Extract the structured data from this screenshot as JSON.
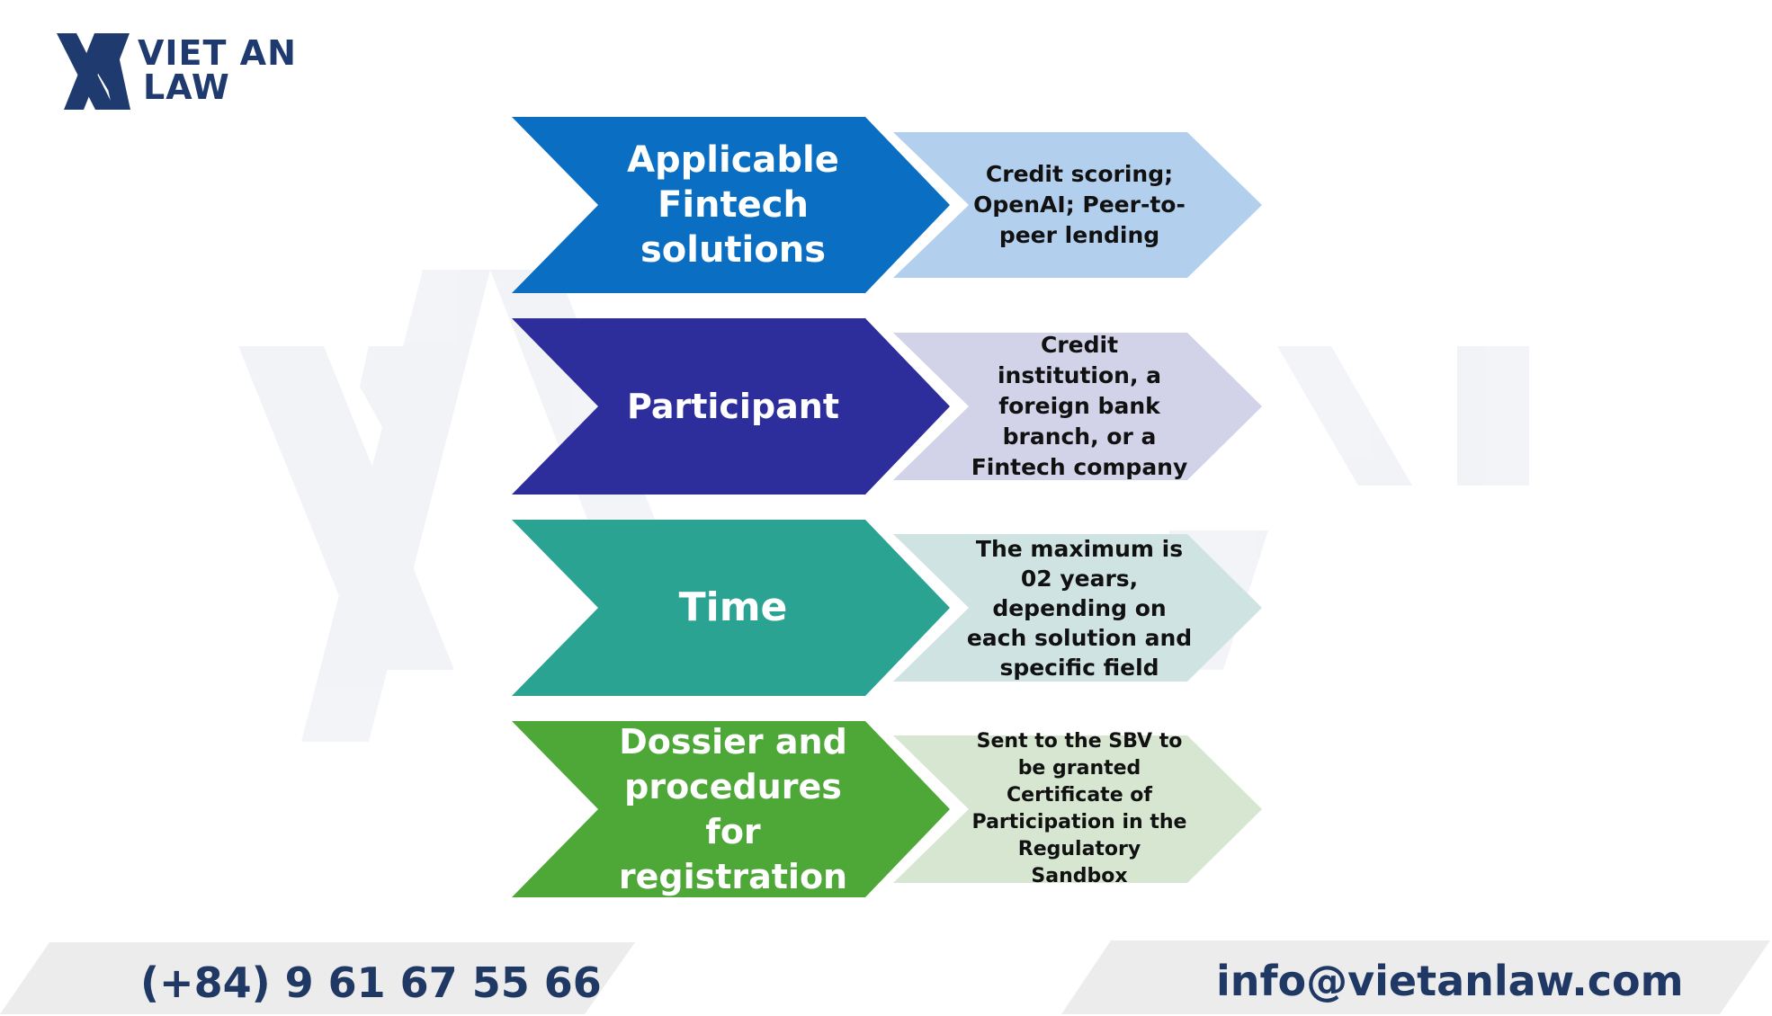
{
  "brand": {
    "line1": "VIET AN",
    "line2": "LAW",
    "primary_color": "#1e3a6e"
  },
  "rows": [
    {
      "label": "Applicable Fintech solutions",
      "detail": "Credit scoring; OpenAI; Peer-to-peer lending",
      "color": "#0a6fc2",
      "light": "#b3cfee"
    },
    {
      "label": "Participant",
      "detail": "Credit institution, a foreign bank branch, or a Fintech company",
      "color": "#2e2d9c",
      "light": "#d2d2e8"
    },
    {
      "label": "Time",
      "detail": "The maximum is 02 years, depending on each solution and specific field",
      "color": "#2ba392",
      "light": "#cfe4e2"
    },
    {
      "label": "Dossier and procedures for registration",
      "detail": "Sent to the SBV to be granted Certificate of Participation in the Regulatory Sandbox",
      "color": "#4ea838",
      "light": "#d6e6d1"
    }
  ],
  "footer": {
    "phone": "(+84) 9 61 67 55 66",
    "email": "info@vietanlaw.com"
  }
}
